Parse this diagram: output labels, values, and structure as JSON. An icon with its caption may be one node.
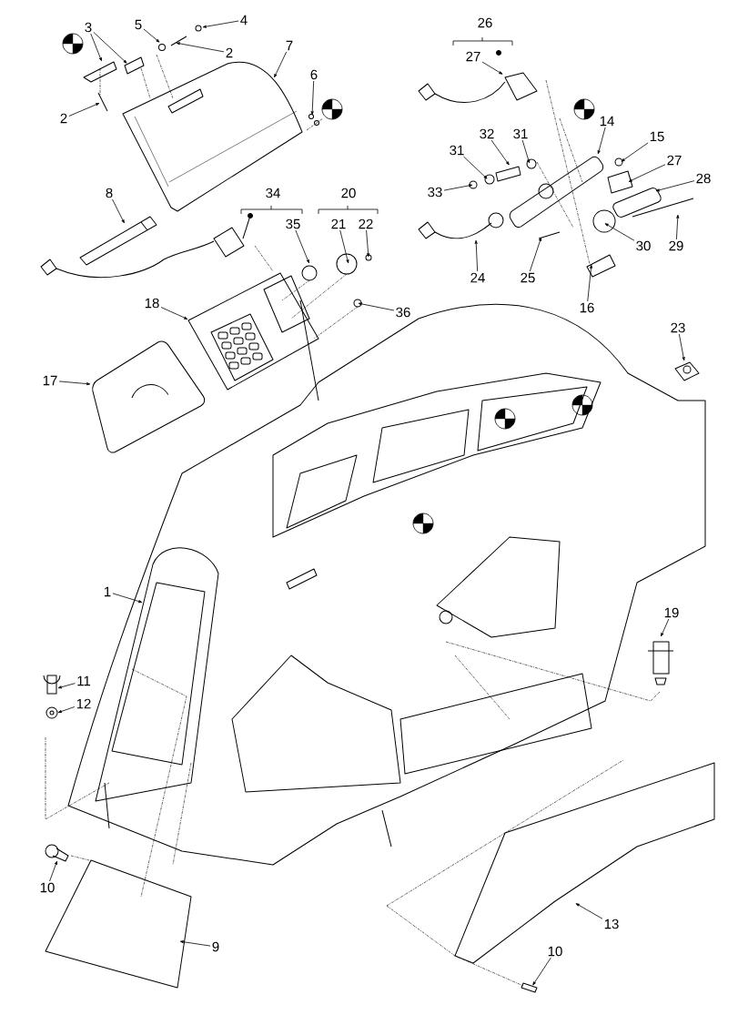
{
  "diagram": {
    "nodes": [
      {
        "text": [
          "4"
        ]
      },
      {
        "text": [
          "3"
        ]
      },
      {
        "text": [
          "5"
        ]
      },
      {
        "text": [
          "2"
        ]
      },
      {
        "text": [
          "7"
        ]
      },
      {
        "text": [
          "27"
        ]
      },
      {
        "text": [
          "6"
        ]
      },
      {
        "text": [
          "2"
        ]
      },
      {
        "text": [
          "14"
        ]
      },
      {
        "text": [
          "31"
        ]
      },
      {
        "text": [
          "32"
        ]
      },
      {
        "text": [
          "31"
        ]
      },
      {
        "text": [
          "15"
        ]
      },
      {
        "text": [
          "27"
        ]
      },
      {
        "text": [
          "28"
        ]
      },
      {
        "text": [
          "33"
        ]
      },
      {
        "text": [
          "35"
        ]
      },
      {
        "text": [
          "21"
        ]
      },
      {
        "text": [
          "22"
        ]
      },
      {
        "text": [
          "8"
        ]
      },
      {
        "text": [
          "30"
        ]
      },
      {
        "text": [
          "29"
        ]
      },
      {
        "text": [
          "24"
        ]
      },
      {
        "text": [
          "25"
        ]
      },
      {
        "text": [
          "18"
        ]
      },
      {
        "text": [
          "36"
        ]
      },
      {
        "text": [
          "16"
        ]
      },
      {
        "text": [
          "23"
        ]
      },
      {
        "text": [
          "17"
        ]
      },
      {
        "text": [
          "1"
        ]
      },
      {
        "text": [
          "19"
        ]
      },
      {
        "text": [
          "11"
        ]
      },
      {
        "text": [
          "12"
        ]
      },
      {
        "text": [
          "10"
        ]
      },
      {
        "text": [
          "13"
        ]
      },
      {
        "text": [
          "9"
        ]
      },
      {
        "text": [
          "10"
        ]
      }
    ],
    "edges": [
      {
        "from": 0,
        "to": null,
        "arrow": "to"
      },
      {
        "from": 1,
        "to": null,
        "arrow": "to"
      },
      {
        "from": 1,
        "to": null,
        "arrow": "to"
      },
      {
        "from": 2,
        "to": null,
        "arrow": "to"
      },
      {
        "from": 3,
        "to": null,
        "arrow": "to"
      },
      {
        "from": 4,
        "to": null,
        "arrow": "to"
      },
      {
        "from": 5,
        "to": null,
        "arrow": "to"
      },
      {
        "from": 6,
        "to": null,
        "arrow": "to"
      },
      {
        "from": 7,
        "to": null,
        "arrow": "to"
      },
      {
        "from": 8,
        "to": null,
        "arrow": "to"
      },
      {
        "from": 9,
        "to": null,
        "arrow": "to"
      },
      {
        "from": 10,
        "to": null,
        "arrow": "to"
      },
      {
        "from": 11,
        "to": null,
        "arrow": "to"
      },
      {
        "from": 12,
        "to": null,
        "arrow": "to"
      },
      {
        "from": 13,
        "to": null,
        "arrow": "to"
      },
      {
        "from": 14,
        "to": null,
        "arrow": "to"
      },
      {
        "from": 15,
        "to": null,
        "arrow": "to"
      },
      {
        "from": 16,
        "to": null,
        "arrow": "to"
      },
      {
        "from": 17,
        "to": null,
        "arrow": "to"
      },
      {
        "from": 18,
        "to": null,
        "arrow": "to"
      },
      {
        "from": 19,
        "to": null,
        "arrow": "to"
      },
      {
        "from": 20,
        "to": null,
        "arrow": "to"
      },
      {
        "from": 21,
        "to": null,
        "arrow": "to"
      },
      {
        "from": 22,
        "to": null,
        "arrow": "to"
      },
      {
        "from": 23,
        "to": null,
        "arrow": "to"
      },
      {
        "from": 24,
        "to": null,
        "arrow": "to"
      },
      {
        "from": 25,
        "to": null,
        "arrow": "to"
      },
      {
        "from": 26,
        "to": null,
        "arrow": "to"
      },
      {
        "from": 27,
        "to": null,
        "arrow": "to"
      },
      {
        "from": 28,
        "to": null,
        "arrow": "to"
      },
      {
        "from": 29,
        "to": null,
        "arrow": "to"
      },
      {
        "from": 30,
        "to": null,
        "arrow": "to"
      },
      {
        "from": 31,
        "to": null,
        "arrow": "to"
      },
      {
        "from": 32,
        "to": null,
        "arrow": "to"
      },
      {
        "from": 33,
        "to": null,
        "arrow": "to"
      },
      {
        "from": 34,
        "to": null,
        "arrow": "to"
      },
      {
        "from": 35,
        "to": null,
        "arrow": "to"
      },
      {
        "from": 36,
        "to": null,
        "arrow": "to"
      }
    ],
    "labels": [
      "26",
      "34",
      "20"
    ]
  }
}
